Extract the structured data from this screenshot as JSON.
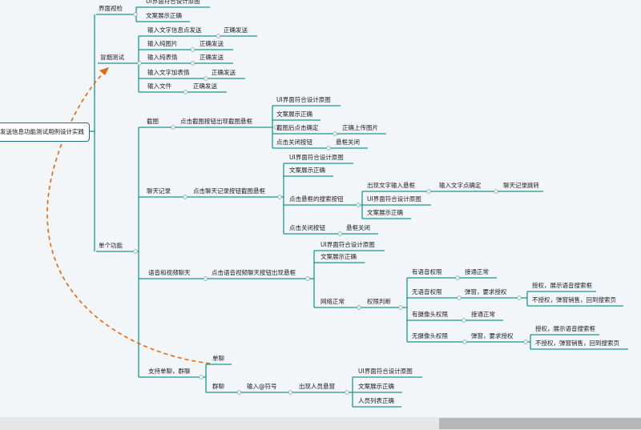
{
  "root": "发送信息功能测试用例设计实践",
  "nodes": {
    "jmjc": "界面视检",
    "ui1": "UI界面符合设计原图",
    "wa1": "文案展示正确",
    "mysc": "冒烟测试",
    "in1": "输入文字信息点发送",
    "ok1": "正确发送",
    "in2": "输入纯图片",
    "ok2": "正确发送",
    "in3": "输入纯表情",
    "ok3": "正确发送",
    "in4": "输入文字加表情",
    "ok4": "正确发送",
    "in5": "输入文件",
    "ok5": "正确发送",
    "dggn": "单个功能",
    "jt": "截图",
    "jtc": "点击截图按钮出现截图悬框",
    "jt_ui": "UI界面符合设计原图",
    "jt_wa": "文案展示正确",
    "jt_qd": "截图后点击确定",
    "jt_qd2": "正确上传图片",
    "jt_gb": "点击关闭按钮",
    "jt_gb2": "悬框关闭",
    "ltjl": "聊天记录",
    "ltc": "点击聊天记录按钮截图悬框",
    "lt_wa": "文案展示正确",
    "lt_ui": "UI界面符合设计原图",
    "lt_ss": "点击悬框的搜索按钮",
    "lt_ss1": "出现文字输入悬框",
    "lt_ss2": "输入文字点确定",
    "lt_ss3": "聊天记录跳转",
    "lt_ss_ui": "UI界面符合设计原图",
    "lt_ss_wa": "文案展示正确",
    "lt_gb": "点击关闭按钮",
    "lt_gb2": "悬框关闭",
    "yy": "语音和视频聊天",
    "yyc": "点击语音视频聊天按钮出现悬框",
    "yy_ui": "UI界面符合设计原图",
    "yy_wa": "文案展示正确",
    "wlzc": "网络正常",
    "qxpd": "权限判断",
    "p1": "有语音权限",
    "p1a": "接通正常",
    "p2": "无语音权限",
    "p2a": "弹窗，要求授权",
    "p2b": "授权，展示语音搜索框",
    "p2c": "不授权，弹窗销售，回到搜索页",
    "p3": "有摄像头权限",
    "p3a": "接通正常",
    "p4": "无摄像头权限",
    "p4a": "弹窗，要求授权",
    "p4b": "授权，展示语音搜索框",
    "p4c": "不授权，弹窗销售，回到搜索页",
    "zc": "支持单聊，群聊",
    "dl": "单聊",
    "ql": "群聊",
    "ql1": "输入@符号",
    "ql2": "出现人员悬窗",
    "ql_ui": "UI界面符合设计原图",
    "ql_wa": "文案展示正确",
    "ql_ry": "人员列表正确"
  },
  "colors": {
    "branch": "#1a9a8e",
    "relation": "#e06a12",
    "root_border": "#1e6e8a"
  }
}
